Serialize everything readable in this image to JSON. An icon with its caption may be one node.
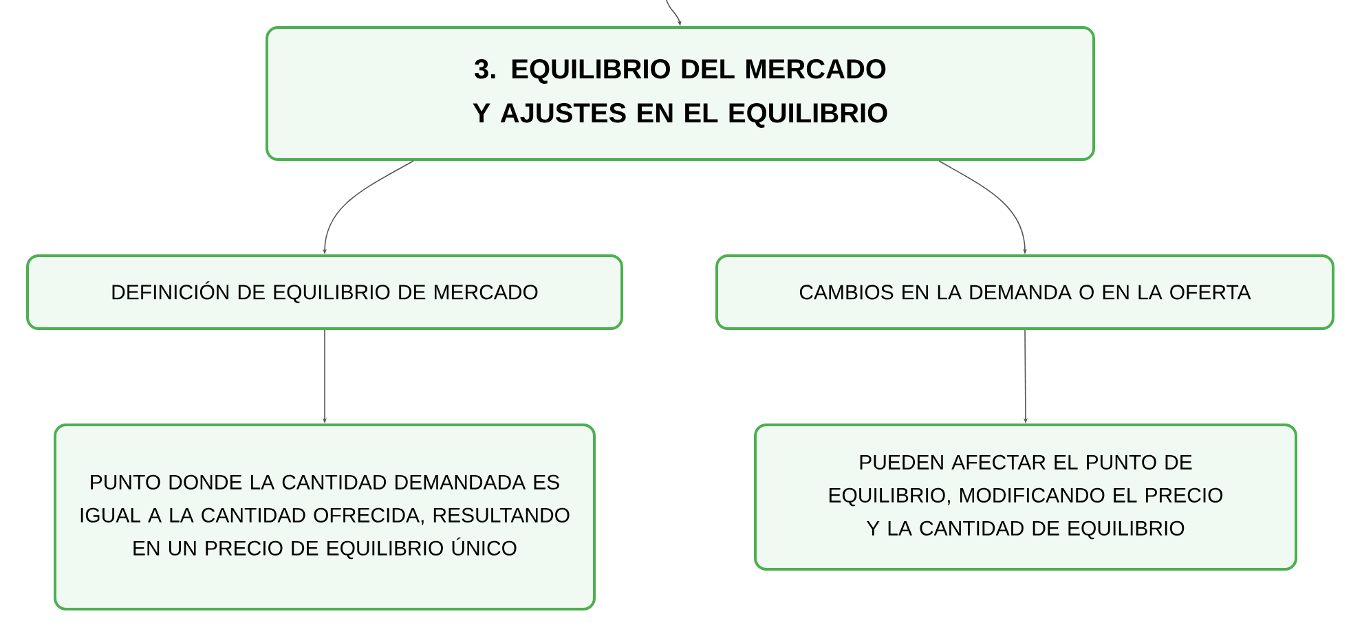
{
  "diagram": {
    "nodes": [
      {
        "text": [
          "3. EQUILIBRIO DEL MERCADO Y AJUSTES EN EL EQUILIBRIO"
        ]
      },
      {
        "text": [
          "DEFINICIÓN DE EQUILIBRIO DE MERCADO"
        ]
      },
      {
        "text": [
          "CAMBIOS EN LA DEMANDA O EN LA OFERTA"
        ]
      },
      {
        "text": [
          "PUNTO DONDE LA CANTIDAD DEMANDADA ES IGUAL A LA CANTIDAD OFRECIDA, RESULTANDO EN UN PRECIO DE EQUILIBRIO ÚNICO"
        ]
      },
      {
        "text": [
          "PUEDEN AFECTAR EL PUNTO DE EQUILIBRIO, MODIFICANDO EL PRECIO Y LA CANTIDAD DE EQUILIBRIO"
        ]
      }
    ],
    "edges": [
      {
        "from": null,
        "to": 0,
        "arrow": "to"
      },
      {
        "from": 0,
        "to": 1,
        "arrow": "to"
      },
      {
        "from": 0,
        "to": 2,
        "arrow": "to"
      },
      {
        "from": 1,
        "to": 3,
        "arrow": "to"
      },
      {
        "from": 2,
        "to": 4,
        "arrow": "to"
      }
    ]
  }
}
